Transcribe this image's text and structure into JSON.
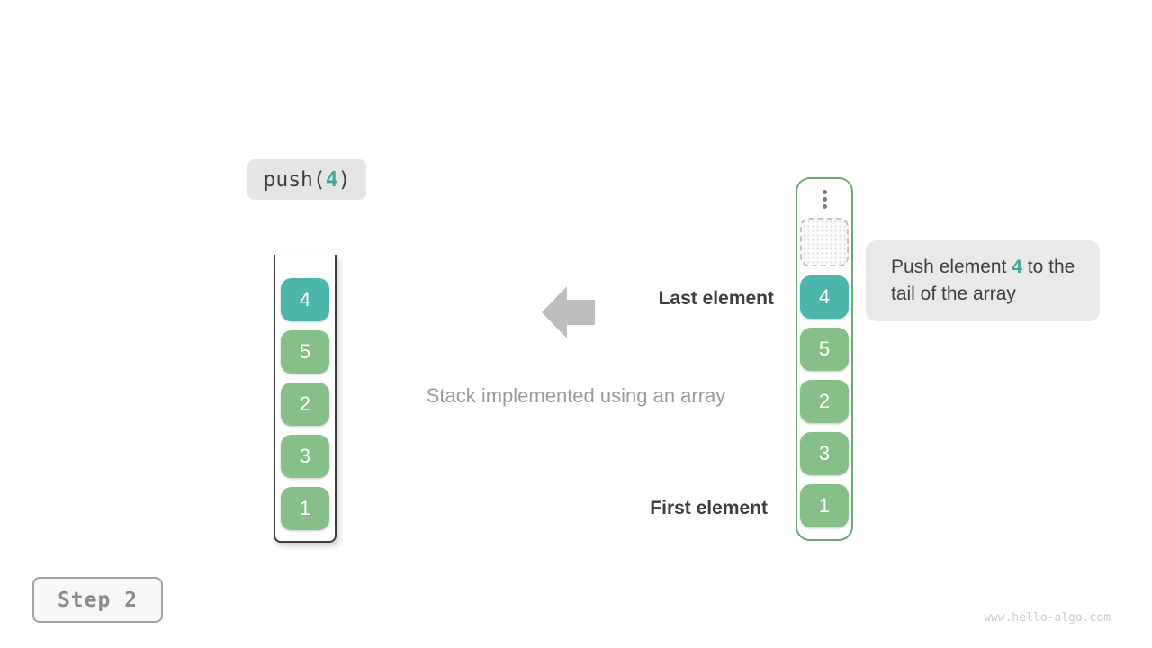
{
  "operation": {
    "prefix": "push(",
    "argument": "4",
    "suffix": ")"
  },
  "step_badge": "Step 2",
  "watermark": "www.hello-algo.com",
  "caption": "Stack implemented using an array",
  "last_element_label": "Last element",
  "first_element_label": "First element",
  "annotation": {
    "before": "Push element ",
    "value": "4",
    "after": " to the tail of the array"
  },
  "elements": [
    {
      "value": "4",
      "state": "pushed"
    },
    {
      "value": "5",
      "state": "normal"
    },
    {
      "value": "2",
      "state": "normal"
    },
    {
      "value": "3",
      "state": "normal"
    },
    {
      "value": "1",
      "state": "normal"
    }
  ],
  "icons": {
    "arrow": "left-block-arrow",
    "ellipsis": "vertical-ellipsis",
    "empty_slot": "dashed-reserved-slot"
  },
  "colors": {
    "accent": "#3fa69c",
    "pushed": "#4db6ac",
    "normal": "#86bf88",
    "array_border": "#6cab77",
    "bubble_bg": "#e9e9e9",
    "label_bg": "#e5e5e5"
  }
}
